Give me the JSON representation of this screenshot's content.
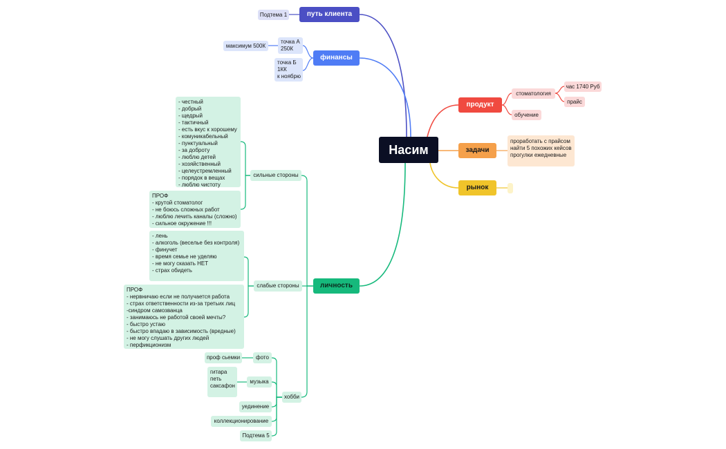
{
  "root": {
    "label": "Насим"
  },
  "colors": {
    "put_klienta": "#4b4fc4",
    "finansy": "#4f7cf5",
    "produkt": "#f04a40",
    "zadachi": "#f5a04a",
    "rynok": "#f0c42a",
    "lichnost": "#16b97c"
  },
  "put_klienta": {
    "label": "путь клиента",
    "subtopic": "Подтема 1"
  },
  "finansy": {
    "label": "финансы",
    "point_a": "точка А\n250К",
    "point_a_note": "максимум 500К",
    "point_b": "точка Б\n1КК\nк ноябрю"
  },
  "produkt": {
    "label": "продукт",
    "stomatologia": "стоматология",
    "hour_price": "час 1740 Руб",
    "price": "прайс",
    "obuchenie": "обучение"
  },
  "zadachi": {
    "label": "задачи",
    "items": "проработать с прайсом\nнайти 5 похожих кейсов\nпрогулки ежедневные"
  },
  "rynok": {
    "label": "рынок"
  },
  "lichnost": {
    "label": "личность",
    "strengths": {
      "label": "сильные стороны",
      "personal": "- честный\n- добрый\n- щедрый\n- тактичный\n- есть вкус к хорошему\n- комуникабельный\n- пунктуальный\n- за доброту\n- люблю детей\n- хозяйственный\n- целеустремленный\n- порядок в вещах\n- люблю чистоту",
      "prof": "ПРОФ\n- крутой стоматолог\n- не боюсь сложных работ\n- люблю лечить каналы (сложно)\n- сильное окружение !!!"
    },
    "weaknesses": {
      "label": "слабые стороны",
      "personal": "- лень\n- алкоголь (веселье без контроля)\n- финучет\n- время семье не уделяю\n- не могу сказать НЕТ\n- страх обидеть",
      "prof": "ПРОФ\n- нервничаю если не получается работа\n- страх ответственности из-за третьих лиц\n-синдром самозванца\n- занимаюсь не работой своей мечты?\n- быстро устаю\n- быстро впадаю в зависимость (вредные)\n- не могу слушать других людей\n- перфикционизм"
    },
    "hobbies": {
      "label": "хобби",
      "foto": "фото",
      "foto_detail": "проф сьемки",
      "muzyka": "музыка",
      "muzyka_detail": "гитара\nпеть\nсаксафон",
      "uedinenie": "уединение",
      "kollektsionirovanie": "коллекционирование",
      "subtopic5": "Подтема 5"
    }
  }
}
